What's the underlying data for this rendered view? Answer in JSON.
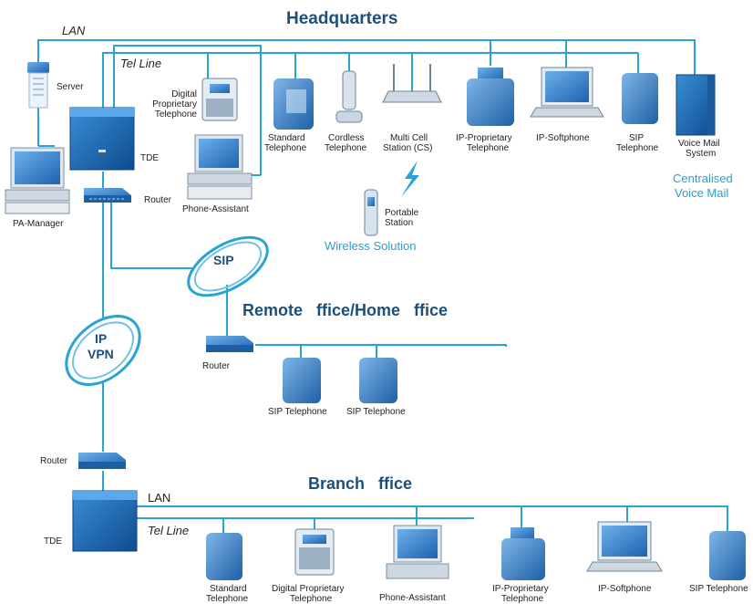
{
  "titles": {
    "headquarters": "Headquarters",
    "remote": "Remote   ffice/Home   ffice",
    "branch": "Branch   ffice"
  },
  "network_labels": {
    "lan_top": "LAN",
    "tel_line_top": "Tel Line",
    "lan_branch": "LAN",
    "tel_line_branch": "Tel Line",
    "sip": "SIP",
    "ip_vpn_1": "IP",
    "ip_vpn_2": "VPN"
  },
  "hq_left": {
    "server": "Server",
    "tde": "TDE",
    "router": "Router",
    "pa_manager": "PA-Manager",
    "digital_1": "Digital",
    "digital_2": "Proprietary",
    "digital_3": "Telephone",
    "phone_assistant": "Phone-Assistant"
  },
  "hq_devices": {
    "standard_1": "Standard",
    "standard_2": "Telephone",
    "cordless_1": "Cordless",
    "cordless_2": "Telephone",
    "multicell_1": "Multi Cell",
    "multicell_2": "Station (CS)",
    "ipprop_1": "IP-Proprietary",
    "ipprop_2": "Telephone",
    "softphone": "IP-Softphone",
    "sip_1": "SIP",
    "sip_2": "Telephone",
    "voicemail_1": "Voice Mail",
    "voicemail_2": "System"
  },
  "hq_extra": {
    "centralised_1": "Centralised",
    "centralised_2": "Voice Mail",
    "portable_1": "Portable",
    "portable_2": "Station",
    "wireless": "Wireless Solution"
  },
  "remote": {
    "router": "Router",
    "sip_phone_1": "SIP Telephone",
    "sip_phone_2": "SIP Telephone"
  },
  "branch": {
    "router": "Router",
    "tde": "TDE",
    "standard_1": "Standard",
    "standard_2": "Telephone",
    "digital_1": "Digital Proprietary",
    "digital_2": "Telephone",
    "phone_assistant": "Phone-Assistant",
    "ipprop_1": "IP-Proprietary",
    "ipprop_2": "Telephone",
    "softphone": "IP-Softphone",
    "sip": "SIP Telephone"
  },
  "colors": {
    "line": "#29a3d2",
    "device_blue": "#3b7fc4",
    "title": "#1d4f7a"
  }
}
